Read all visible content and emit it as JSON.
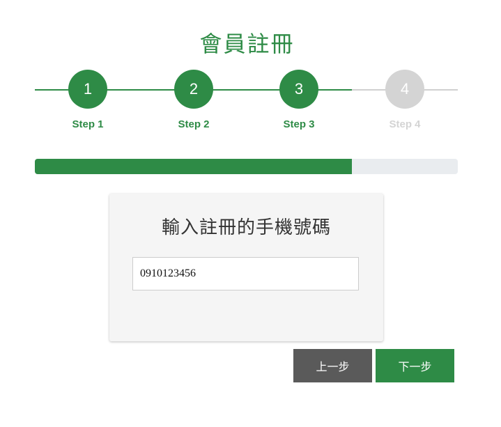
{
  "page": {
    "title": "會員註冊"
  },
  "stepper": {
    "current_step": 3,
    "steps": [
      {
        "number": "1",
        "label": "Step 1",
        "state": "done"
      },
      {
        "number": "2",
        "label": "Step 2",
        "state": "done"
      },
      {
        "number": "3",
        "label": "Step 3",
        "state": "done"
      },
      {
        "number": "4",
        "label": "Step 4",
        "state": "todo"
      }
    ]
  },
  "progress": {
    "percent": 75
  },
  "card": {
    "title": "輸入註冊的手機號碼",
    "phone_value": "0910123456"
  },
  "buttons": {
    "prev_label": "上一步",
    "next_label": "下一步"
  },
  "colors": {
    "accent": "#2e8b46",
    "inactive": "#d4d4d4",
    "secondary_button": "#5a5a5a"
  }
}
